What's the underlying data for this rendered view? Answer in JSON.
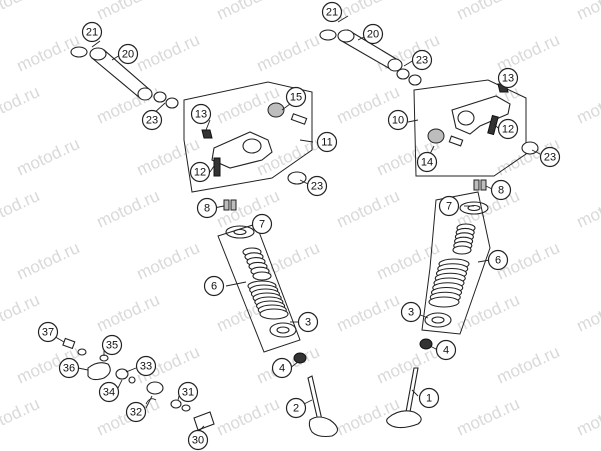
{
  "watermark": "motod.ru",
  "callouts": [
    {
      "id": "p21a",
      "label": "21"
    },
    {
      "id": "p20a",
      "label": "20"
    },
    {
      "id": "p23a",
      "label": "23"
    },
    {
      "id": "p13a",
      "label": "13"
    },
    {
      "id": "p12a",
      "label": "12"
    },
    {
      "id": "p15",
      "label": "15"
    },
    {
      "id": "p11",
      "label": "11"
    },
    {
      "id": "p23b",
      "label": "23"
    },
    {
      "id": "p8a",
      "label": "8"
    },
    {
      "id": "p7a",
      "label": "7"
    },
    {
      "id": "p6a",
      "label": "6"
    },
    {
      "id": "p3a",
      "label": "3"
    },
    {
      "id": "p4a",
      "label": "4"
    },
    {
      "id": "p2",
      "label": "2"
    },
    {
      "id": "p21b",
      "label": "21"
    },
    {
      "id": "p20b",
      "label": "20"
    },
    {
      "id": "p23c",
      "label": "23"
    },
    {
      "id": "p13b",
      "label": "13"
    },
    {
      "id": "p10",
      "label": "10"
    },
    {
      "id": "p12b",
      "label": "12"
    },
    {
      "id": "p14",
      "label": "14"
    },
    {
      "id": "p23d",
      "label": "23"
    },
    {
      "id": "p8b",
      "label": "8"
    },
    {
      "id": "p7b",
      "label": "7"
    },
    {
      "id": "p6b",
      "label": "6"
    },
    {
      "id": "p3b",
      "label": "3"
    },
    {
      "id": "p4b",
      "label": "4"
    },
    {
      "id": "p1",
      "label": "1"
    },
    {
      "id": "p37",
      "label": "37"
    },
    {
      "id": "p35",
      "label": "35"
    },
    {
      "id": "p36",
      "label": "36"
    },
    {
      "id": "p33",
      "label": "33"
    },
    {
      "id": "p34",
      "label": "34"
    },
    {
      "id": "p31",
      "label": "31"
    },
    {
      "id": "p32",
      "label": "32"
    },
    {
      "id": "p30",
      "label": "30"
    }
  ]
}
